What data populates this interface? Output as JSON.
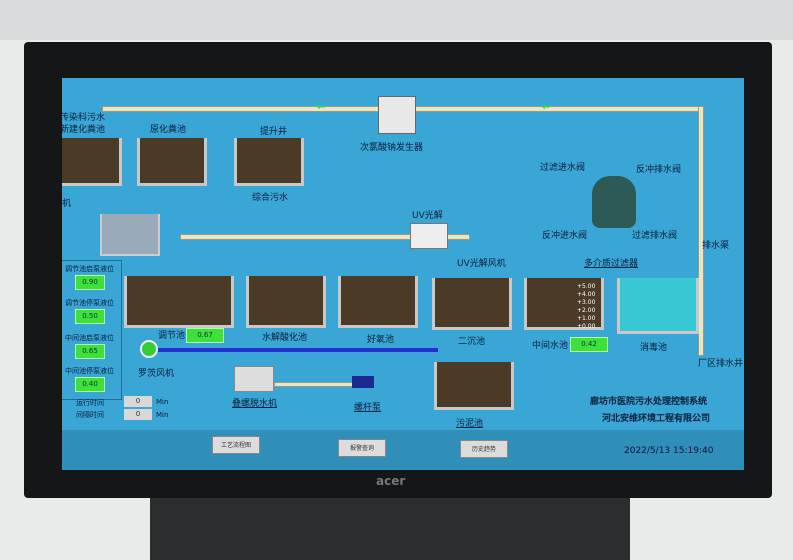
{
  "monitor_brand": "acer",
  "labels": {
    "infect_tank": "传染科污水",
    "new_septic": "新建化粪池",
    "old_septic": "原化粪池",
    "lift_well": "提升井",
    "mixed_sewage": "综合污水",
    "hypochlorite": "次氯酸钠发生器",
    "grille": "格栅机",
    "uv": "UV光解",
    "uv_fan": "UV光解风机",
    "regulating": "调节池",
    "hydrolysis": "水解酸化池",
    "aerobic": "好氧池",
    "secondary": "二沉池",
    "intermediate": "中间水池",
    "disinfection": "消毒池",
    "sludge": "污泥池",
    "roots_blower": "罗茨风机",
    "screw_press": "叠螺脱水机",
    "screw_pump": "螺杆泵",
    "drain_channel": "排水渠",
    "plant_drain": "厂区排水井",
    "filter": "多介质过滤器",
    "filter_in_valve": "过滤进水阀",
    "backwash_out_valve": "反冲排水阀",
    "backwash_in_valve": "反冲进水阀",
    "filter_out_valve": "过滤排水阀"
  },
  "levels": {
    "regulating": "0.67",
    "intermediate": "0.42"
  },
  "scale": [
    "+5.00",
    "+4.00",
    "+3.00",
    "+2.00",
    "+1.00",
    "+0.00"
  ],
  "panel": [
    {
      "label": "调节池启泵液位",
      "value": "0.90"
    },
    {
      "label": "调节池停泵液位",
      "value": "0.50"
    },
    {
      "label": "中间池启泵液位",
      "value": "0.65"
    },
    {
      "label": "中间池停泵液位",
      "value": "0.40"
    }
  ],
  "timers": [
    {
      "label": "运行时间",
      "value": "0",
      "unit": "Min"
    },
    {
      "label": "间隔时间",
      "value": "0",
      "unit": "Min"
    }
  ],
  "title": "廊坊市医院污水处理控制系统",
  "company": "河北安维环境工程有限公司",
  "buttons": [
    "工艺流程图",
    "报警查询",
    "历史趋势"
  ],
  "datetime": "2022/5/13 15:19:40"
}
